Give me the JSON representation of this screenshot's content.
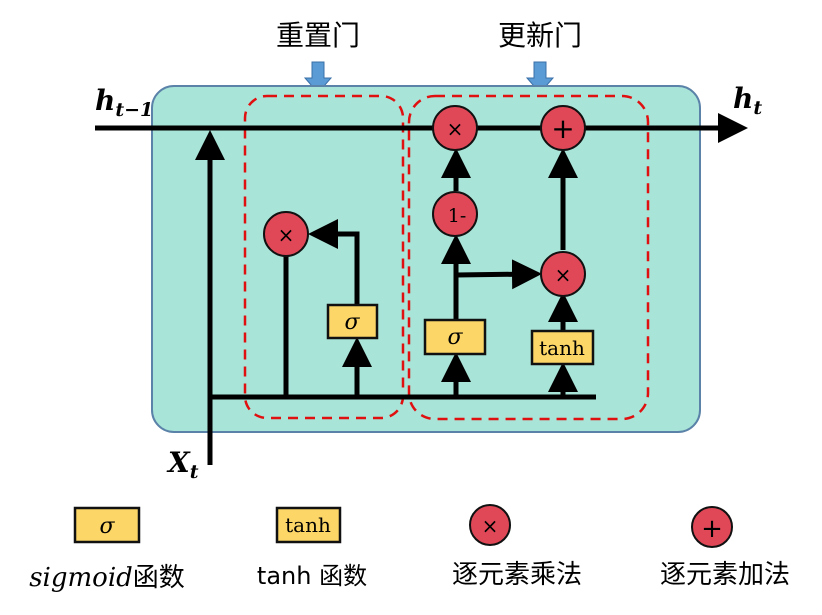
{
  "labels": {
    "reset_gate": "重置门",
    "update_gate": "更新门",
    "h_prev": "h",
    "h_prev_sub": "t−1",
    "h_out": "h",
    "h_out_sub": "t",
    "x_in": "X",
    "x_in_sub": "t"
  },
  "nodes": {
    "multiply": "×",
    "add": "+",
    "one_minus": "1-",
    "sigma": "σ",
    "tanh": "tanh"
  },
  "legend": [
    {
      "symbol": "σ",
      "label_italic": "sigmoid",
      "label": "函数"
    },
    {
      "symbol": "tanh",
      "label_italic": "",
      "label": "tanh 函数"
    },
    {
      "symbol": "×",
      "label": "逐元素乘法"
    },
    {
      "symbol": "+",
      "label": "逐元素加法"
    }
  ],
  "colors": {
    "cell_fill": "#a8e4d8",
    "cell_stroke": "#5b82a8",
    "node_fill": "#e04858",
    "gate_fill": "#fcd667",
    "dashed_outline": "#e01010",
    "pointer_arrow": "#5b9bd5"
  }
}
